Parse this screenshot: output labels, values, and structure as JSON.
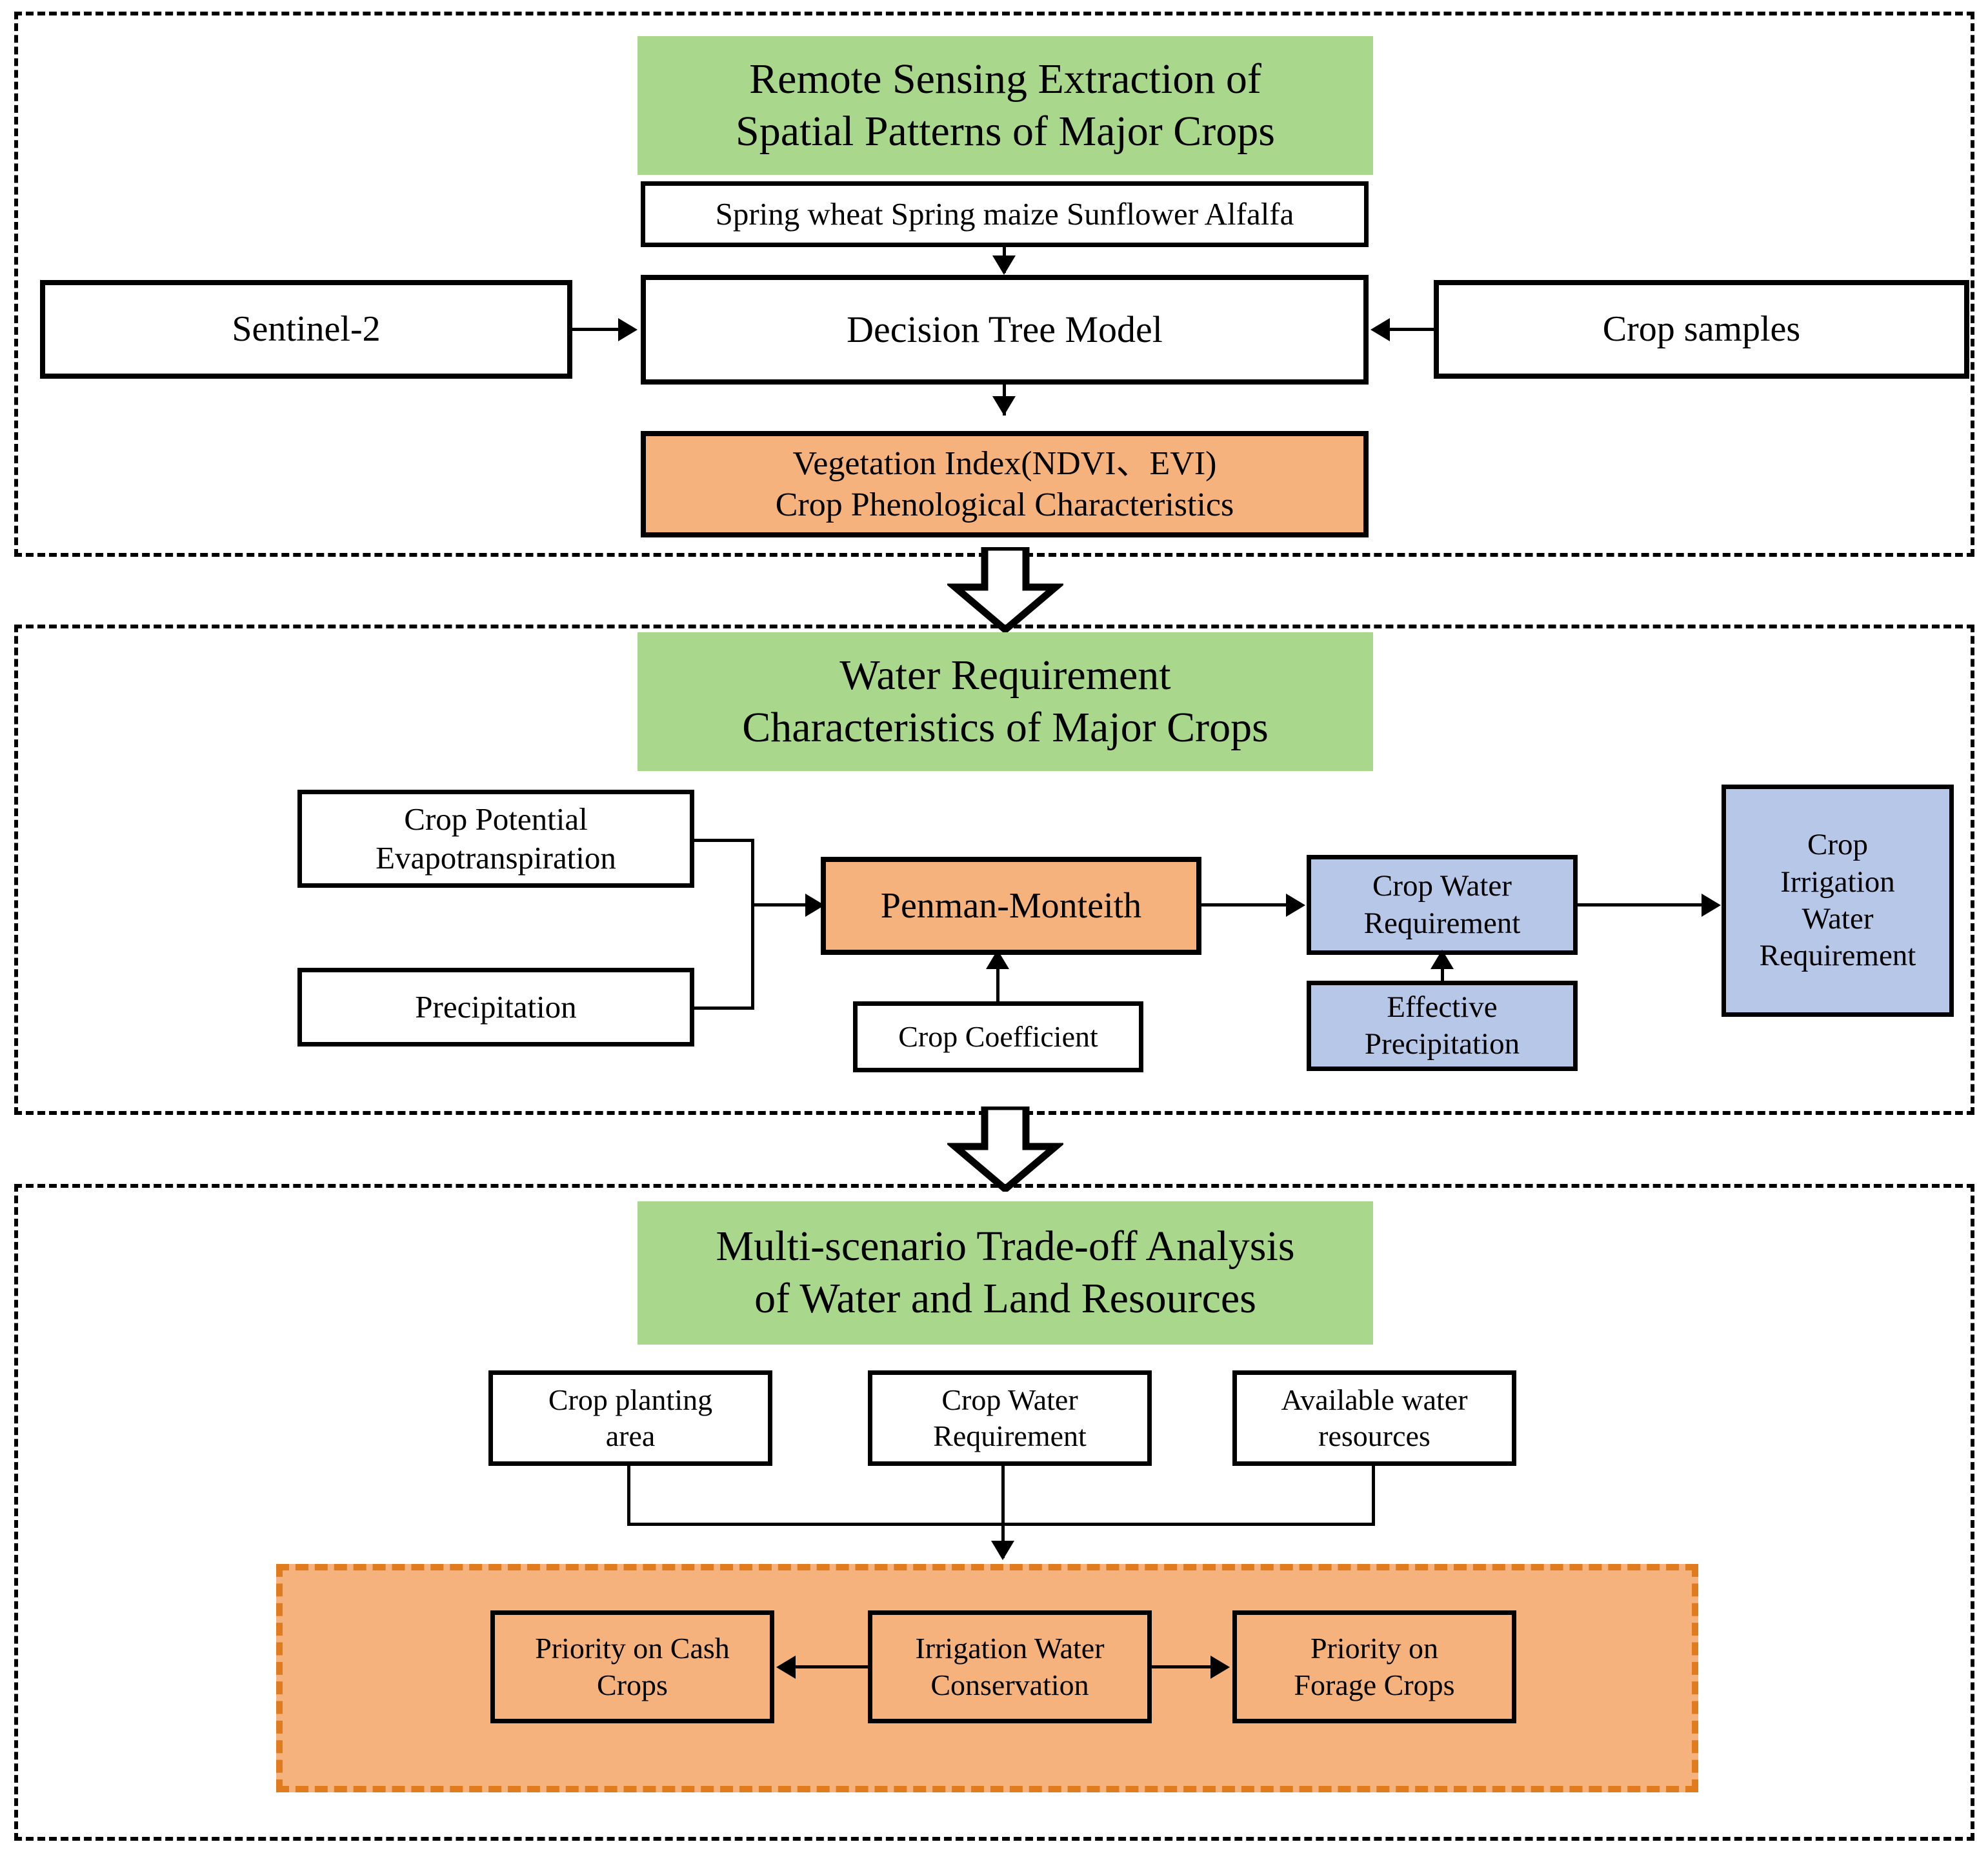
{
  "diagram": {
    "title": "Research framework flowchart",
    "colors": {
      "banner_green": "#A9D78B",
      "highlight_orange": "#F5B27C",
      "result_blue": "#B7C7E8",
      "scenario_dashed_orange": "#E07B1E",
      "outline_black": "#000000",
      "background_white": "#FFFFFF"
    }
  },
  "section1": {
    "banner": "Remote Sensing Extraction of\nSpatial Patterns of Major Crops",
    "crops_row": "Spring wheat   Spring maize   Sunflower   Alfalfa",
    "crops_list": [
      "Spring wheat",
      "Spring maize",
      "Sunflower",
      "Alfalfa"
    ],
    "left_input": "Sentinel-2",
    "model": "Decision Tree Model",
    "right_input": "Crop samples",
    "output": "Vegetation Index(NDVI、EVI)\nCrop Phenological Characteristics"
  },
  "section2": {
    "banner": "Water Requirement\nCharacteristics of Major Crops",
    "input_pet": "Crop Potential\nEvapotranspiration",
    "input_precip": "Precipitation",
    "method": "Penman-Monteith",
    "coefficient": "Crop Coefficient",
    "crop_water_requirement": "Crop Water\nRequirement",
    "effective_precipitation": "Effective\nPrecipitation",
    "crop_irrigation_water_requirement": "Crop\nIrrigation\nWater\nRequirement"
  },
  "section3": {
    "banner": "Multi-scenario Trade-off Analysis\nof Water and Land Resources",
    "inputs": [
      "Crop planting\narea",
      "Crop Water\nRequirement",
      "Available water\nresources"
    ],
    "scenarios": {
      "left": "Priority on Cash\nCrops",
      "center": "Irrigation Water\nConservation",
      "right": "Priority on\nForage Crops"
    }
  },
  "flow_arrows": {
    "section1_to_section2": "block-arrow-down",
    "section2_to_section3": "block-arrow-down"
  }
}
